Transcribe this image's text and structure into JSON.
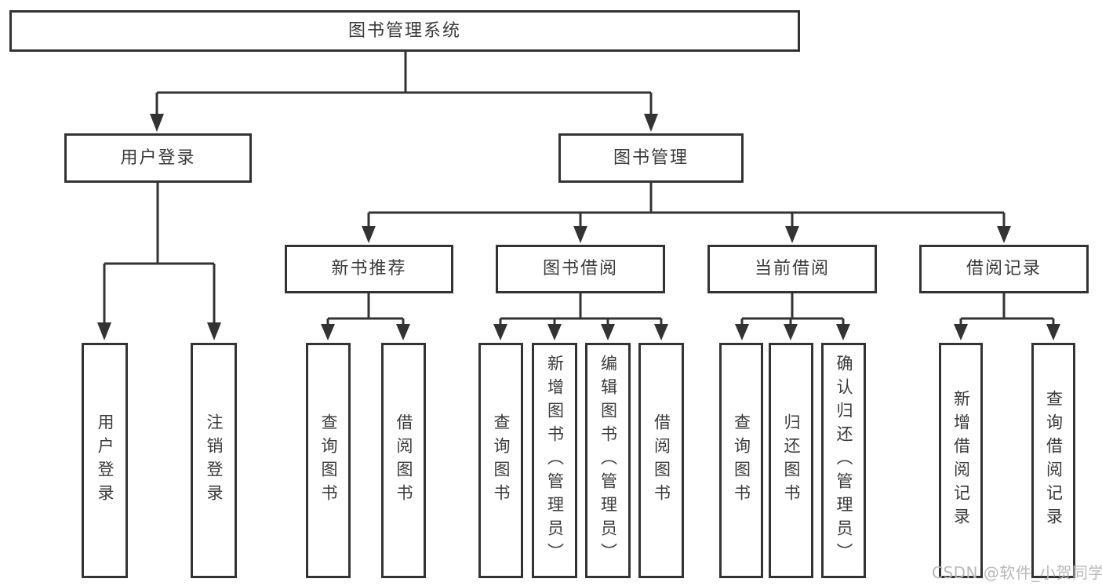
{
  "tree": {
    "root": {
      "label": "图书管理系统",
      "children": [
        {
          "label": "用户登录",
          "children": [
            {
              "label": "用户登录"
            },
            {
              "label": "注销登录"
            }
          ]
        },
        {
          "label": "图书管理",
          "children": [
            {
              "label": "新书推荐",
              "children": [
                {
                  "label": "查询图书"
                },
                {
                  "label": "借阅图书"
                }
              ]
            },
            {
              "label": "图书借阅",
              "children": [
                {
                  "label": "查询图书"
                },
                {
                  "label": "新增图书（管理员）"
                },
                {
                  "label": "编辑图书（管理员）"
                },
                {
                  "label": "借阅图书"
                }
              ]
            },
            {
              "label": "当前借阅",
              "children": [
                {
                  "label": "查询图书"
                },
                {
                  "label": "归还图书"
                },
                {
                  "label": "确认归还（管理员）"
                }
              ]
            },
            {
              "label": "借阅记录",
              "children": [
                {
                  "label": "新增借阅记录"
                },
                {
                  "label": "查询借阅记录"
                }
              ]
            }
          ]
        }
      ]
    }
  },
  "watermark": {
    "text": "CSDN @软件_小贺同学"
  },
  "colors": {
    "line": "#333333",
    "text": "#3a3a3a",
    "box_background": "#ffffff",
    "page_background": "#ffffff",
    "watermark": "#b9b9b9"
  }
}
